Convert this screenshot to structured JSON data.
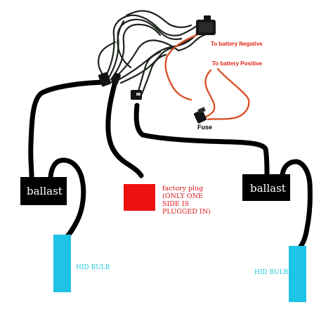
{
  "labels": {
    "to_battery_negative": "To battery Negative",
    "to_battery_positive": "To battery Positive",
    "fuse": "Fuse",
    "ballast_left": "ballast",
    "ballast_right": "ballast",
    "factory_plug": "factory plug (ONLY ONE SIDE IS PLUGGED IN)",
    "hid_bulb_left": "HID BULB",
    "hid_bulb_right": "HID BULB"
  },
  "colors": {
    "ballast": "#000000",
    "hid_bulb": "#1ec3e6",
    "factory_plug": "#ee1111",
    "battery_wire": "#d9532a",
    "wire": "#000000",
    "label_red": "#d8151d"
  },
  "icons": {
    "relay": "relay-icon",
    "fuse": "fuse-icon",
    "connector": "connector-plug-icon"
  }
}
